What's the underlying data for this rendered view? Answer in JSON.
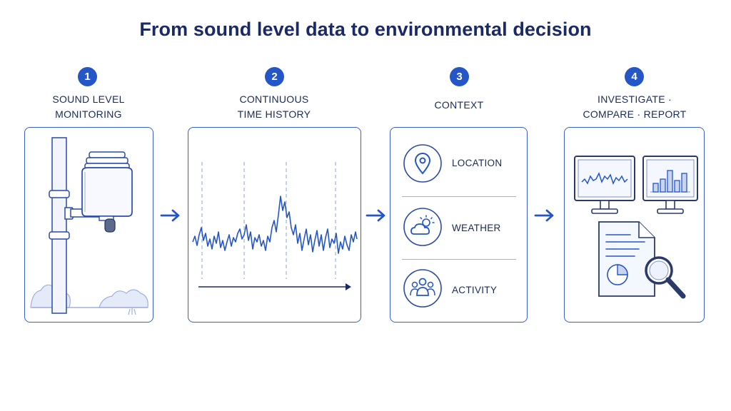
{
  "title": "From sound level data to environmental decision",
  "steps": [
    {
      "number": "1",
      "label_line1": "SOUND LEVEL",
      "label_line2": "MONITORING"
    },
    {
      "number": "2",
      "label_line1": "CONTINUOUS",
      "label_line2": "TIME HISTORY"
    },
    {
      "number": "3",
      "label_line1": "CONTEXT",
      "label_line2": ""
    },
    {
      "number": "4",
      "label_line1": "INVESTIGATE ·",
      "label_line2": "COMPARE · REPORT"
    }
  ],
  "context_items": [
    {
      "label": "LOCATION",
      "icon": "location-pin-icon"
    },
    {
      "label": "WEATHER",
      "icon": "cloud-sun-icon"
    },
    {
      "label": "ACTIVITY",
      "icon": "people-icon"
    }
  ],
  "icons": [
    "sound-monitor-icon",
    "waveform-icon",
    "arrow-right-icon",
    "monitor-line-chart-icon",
    "monitor-bar-chart-icon",
    "report-document-icon",
    "magnifier-icon"
  ],
  "colors": {
    "accent": "#2456c8",
    "title": "#1a2a66",
    "line": "#3b5fc4",
    "light": "#9fb0dc"
  }
}
